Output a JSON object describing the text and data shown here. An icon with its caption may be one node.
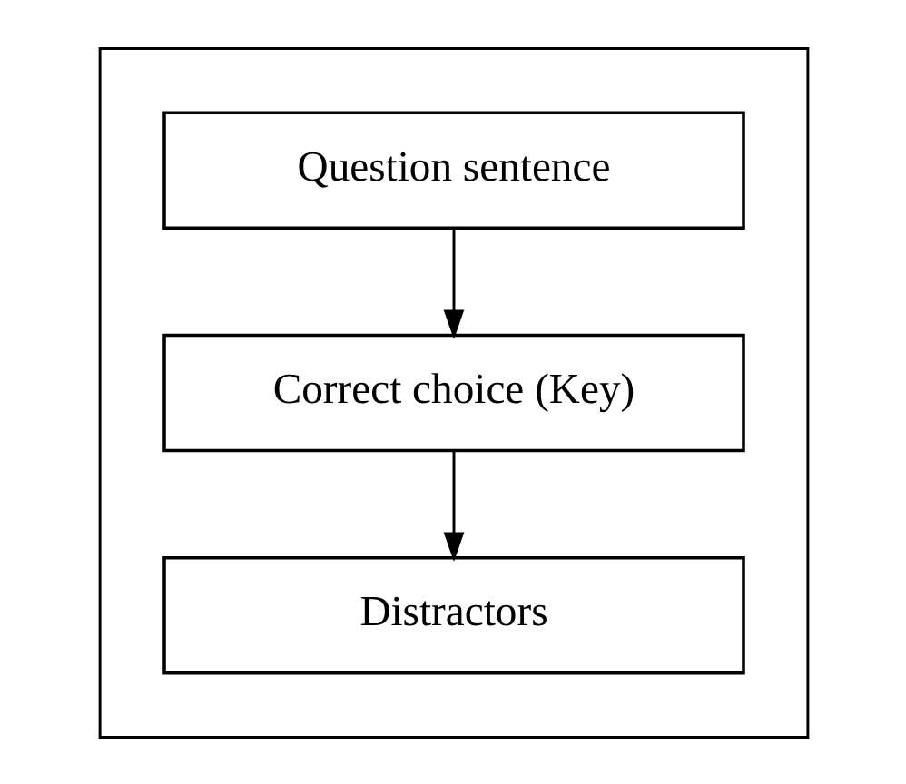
{
  "diagram": {
    "nodes": [
      {
        "text": [],
        "shape": "box"
      },
      {
        "text": [
          "Question sentence"
        ],
        "in": 0
      },
      {
        "text": [
          "Correct choice (Key)"
        ],
        "in": 0
      },
      {
        "text": [
          "Distractors"
        ],
        "in": 0
      }
    ],
    "edges": [
      {
        "from": 1,
        "to": 2,
        "arrow": "to"
      },
      {
        "from": 2,
        "to": 3,
        "arrow": "to"
      }
    ]
  }
}
